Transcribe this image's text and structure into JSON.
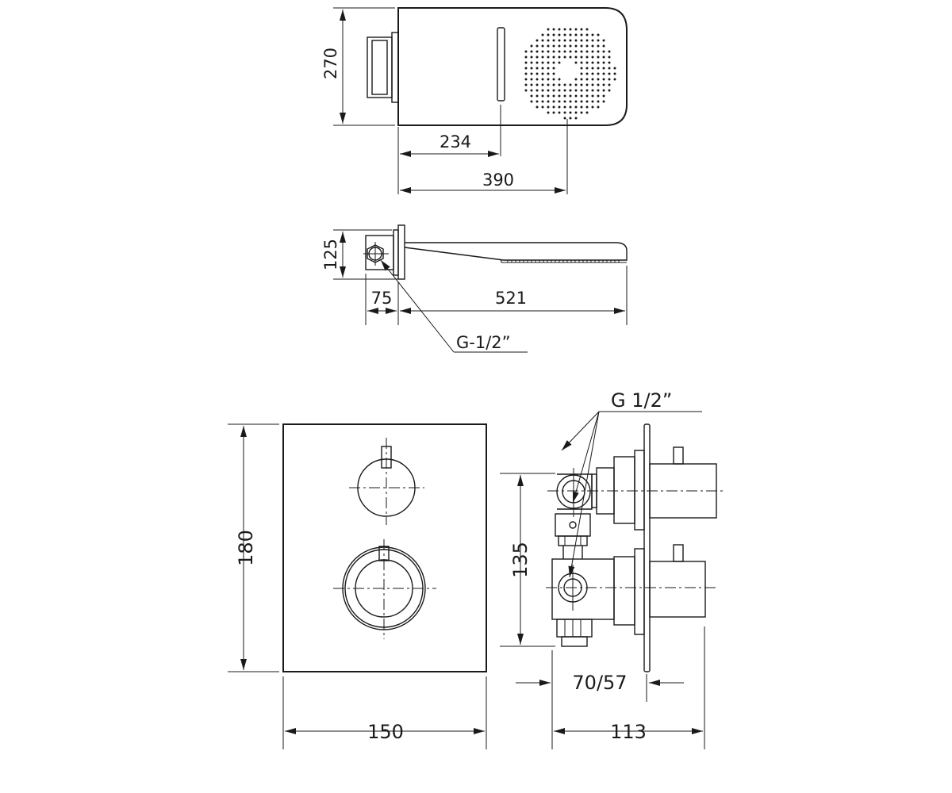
{
  "shower_head_top_view": {
    "dim_depth": "270",
    "dim_slot_offset": "234",
    "dim_spray_center": "390"
  },
  "shower_head_side_view": {
    "dim_height": "125",
    "dim_wall_box": "75",
    "dim_arm_length": "521",
    "thread_label": "G-1/2”"
  },
  "faceplate_view": {
    "dim_height": "180",
    "dim_width": "150"
  },
  "valve_side_view": {
    "thread_label": "G  1/2”",
    "dim_inlet_spacing": "135",
    "dim_adjust_range": "70/57",
    "dim_total_depth": "113"
  }
}
